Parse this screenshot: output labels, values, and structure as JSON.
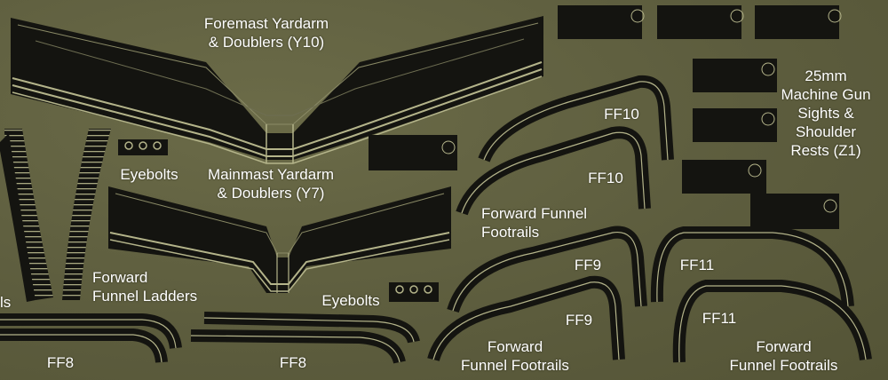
{
  "labels": {
    "foremast_yardarm": "Foremast Yardarm",
    "foremast_doublers": "& Doublers (Y10)",
    "mainmast_yardarm": "Mainmast Yardarm",
    "mainmast_doublers": "& Doublers (Y7)",
    "eyebolts_upper": "Eyebolts",
    "eyebolts_lower": "Eyebolts",
    "mg_line1": "25mm",
    "mg_line2": "Machine Gun",
    "mg_line3": "Sights &",
    "mg_line4": "Shoulder",
    "mg_line5": "Rests (Z1)",
    "ff10_a": "FF10",
    "ff10_b": "FF10",
    "fwd_funnel_footrails_mid_1": "Forward Funnel",
    "fwd_funnel_footrails_mid_2": "Footrails",
    "ladders_1": "Forward",
    "ladders_2": "Funnel Ladders",
    "ladders_cut": "ls",
    "ff9_a": "FF9",
    "ff9_b": "FF9",
    "ff11_a": "FF11",
    "ff11_b": "FF11",
    "ff8_a": "FF8",
    "ff8_b": "FF8",
    "fwd_funnel_footrails_bl_1": "Forward",
    "fwd_funnel_footrails_bl_2": "Funnel Footrails",
    "fwd_funnel_footrails_br_1": "Forward",
    "fwd_funnel_footrails_br_2": "Funnel Footrails"
  },
  "colors": {
    "background": "#5d5d3e",
    "part": "#141410",
    "etch_line": "#b4b48a",
    "label": "#ffffff"
  }
}
